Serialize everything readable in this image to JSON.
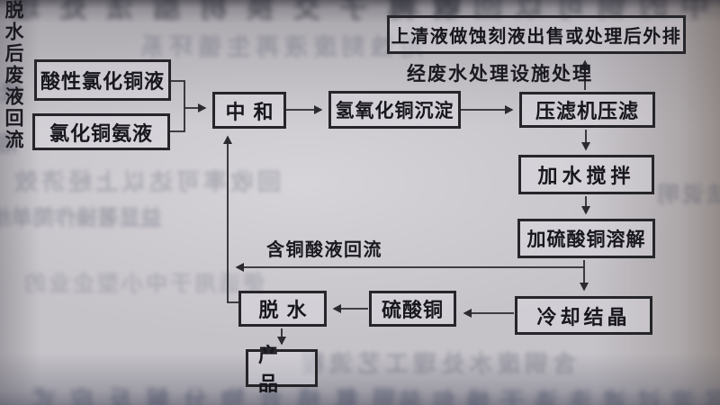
{
  "diagram": {
    "nodes": {
      "acidic_copper_chloride": "酸性氯化铜液",
      "copper_chloride_ammonia": "氯化铜氨液",
      "neutralization": "中和",
      "copper_hydroxide_precipitation": "氢氧化铜沉淀",
      "filter_press": "压滤机压滤",
      "supernatant_disposal": "上清液做蚀刻液出售或处理后外排",
      "add_water_stir": "加水搅拌",
      "add_copper_sulfate_dissolve": "加硫酸铜溶解",
      "cooling_crystallization": "冷却结晶",
      "copper_sulfate": "硫酸铜",
      "dewatering": "脱水",
      "product": "产品"
    },
    "labels": {
      "wastewater_treatment": "经废水处理设施处理",
      "copper_acid_reflux": "含铜酸液回流",
      "dewatered_waste_reflux": "脱水后废液回流"
    },
    "colors": {
      "ink": "#26252a",
      "paper": "#c5c2c8"
    }
  },
  "bleedthrough": {
    "lines": [
      "铜离子交换树脂法处理",
      "废液中的铜可以回收利",
      "用蚀刻废液再生循环系",
      "统处理方法与设备选择",
      "溶液浓度温度控制条件",
      "回收率可达以上经济效",
      "益显著操作简单维护方",
      "便适用于中小型企业的",
      "含铜废水处理工艺流程",
      "铜氨络合物分解反应式",
      "沉淀过滤洗涤干燥包装",
      "质量标准检验方法说明"
    ]
  }
}
